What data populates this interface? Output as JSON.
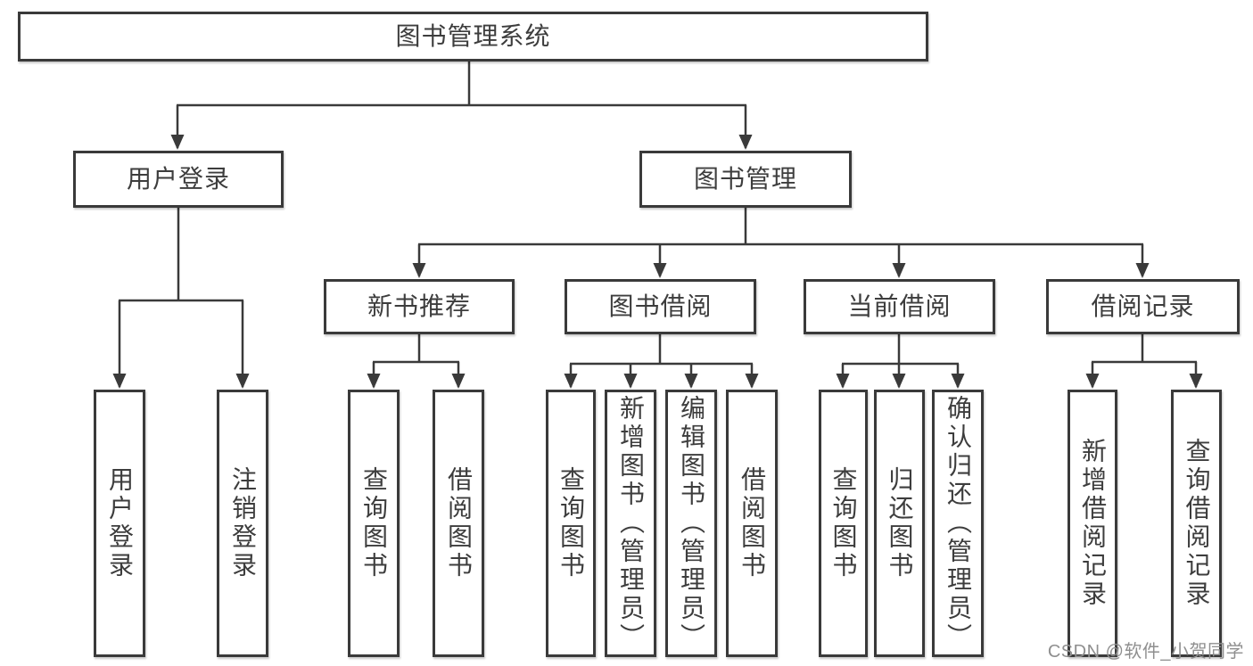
{
  "diagram": {
    "root": {
      "label": "图书管理系统"
    },
    "level2": [
      {
        "label": "用户登录",
        "children": [
          {
            "label": "用户登录"
          },
          {
            "label": "注销登录"
          }
        ]
      },
      {
        "label": "图书管理",
        "children": [
          {
            "label": "新书推荐",
            "children": [
              {
                "label": "查询图书"
              },
              {
                "label": "借阅图书"
              }
            ]
          },
          {
            "label": "图书借阅",
            "children": [
              {
                "label": "查询图书"
              },
              {
                "label": "新增图书（管理员）"
              },
              {
                "label": "编辑图书（管理员）"
              },
              {
                "label": "借阅图书"
              }
            ]
          },
          {
            "label": "当前借阅",
            "children": [
              {
                "label": "查询图书"
              },
              {
                "label": "归还图书"
              },
              {
                "label": "确认归还（管理员）"
              }
            ]
          },
          {
            "label": "借阅记录",
            "children": [
              {
                "label": "新增借阅记录"
              },
              {
                "label": "查询借阅记录"
              }
            ]
          }
        ]
      }
    ]
  },
  "watermark": {
    "text": "CSDN @软件_小贺同学"
  },
  "colors": {
    "line": "#3a3a3a",
    "box_border": "#3a3a3a",
    "text": "#3d3d3d",
    "watermark": "#8f8f8f",
    "background": "#ffffff"
  }
}
